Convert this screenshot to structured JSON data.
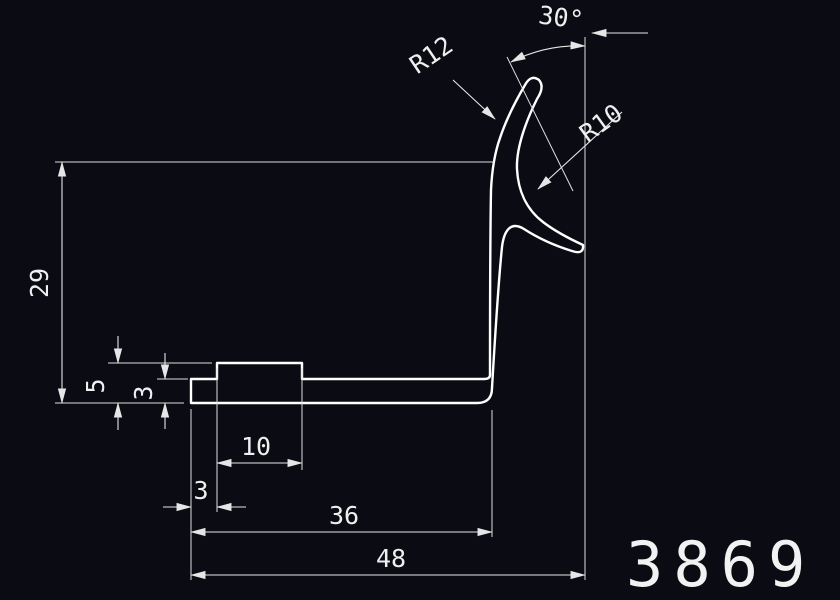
{
  "drawing": {
    "background_color": "#0b0c13",
    "line_color": "#ffffff",
    "dimension_color": "#e6e6e6",
    "part_number": "3869",
    "dimensions": {
      "angle": "30°",
      "radius_outer": "R12",
      "radius_inner": "R10",
      "overall_height": "29",
      "step_height": "5",
      "base_thickness": "3",
      "step_width": "10",
      "left_offset": "3",
      "inner_width": "36",
      "overall_width": "48"
    }
  }
}
